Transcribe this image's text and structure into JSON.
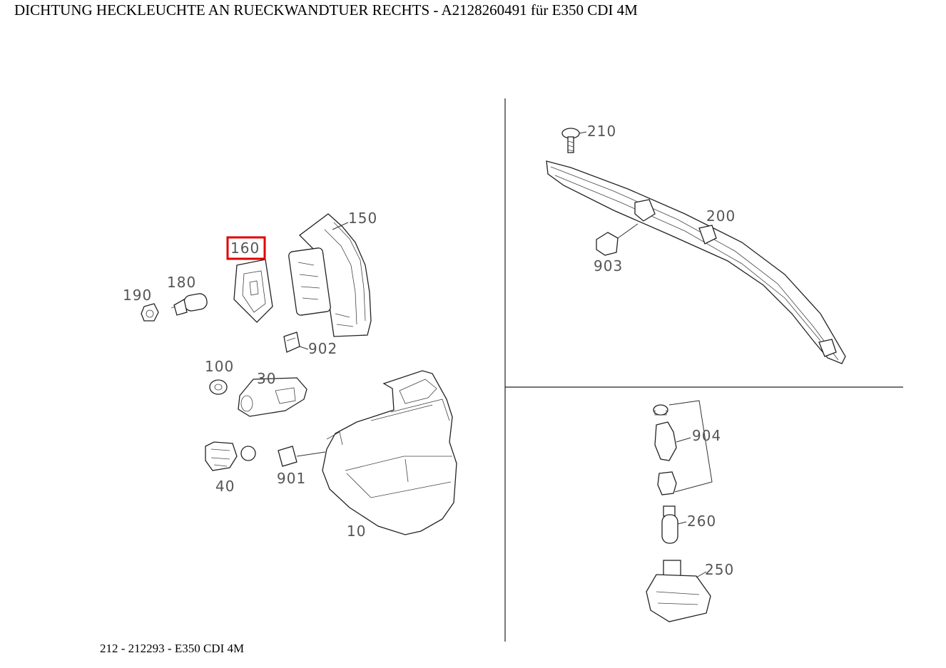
{
  "header": {
    "title": "DICHTUNG HECKLEUCHTE AN RUECKWANDTUER RECHTS - A2128260491 für E350 CDI 4M"
  },
  "footer": {
    "text": "212 - 212293 - E350 CDI 4M"
  },
  "highlight": {
    "part_number": "160",
    "color": "#e00000"
  },
  "parts": {
    "p10": "10",
    "p30": "30",
    "p40": "40",
    "p100": "100",
    "p150": "150",
    "p160": "160",
    "p180": "180",
    "p190": "190",
    "p200": "200",
    "p210": "210",
    "p250": "250",
    "p260": "260",
    "p901": "901",
    "p902": "902",
    "p903": "903",
    "p904": "904"
  }
}
